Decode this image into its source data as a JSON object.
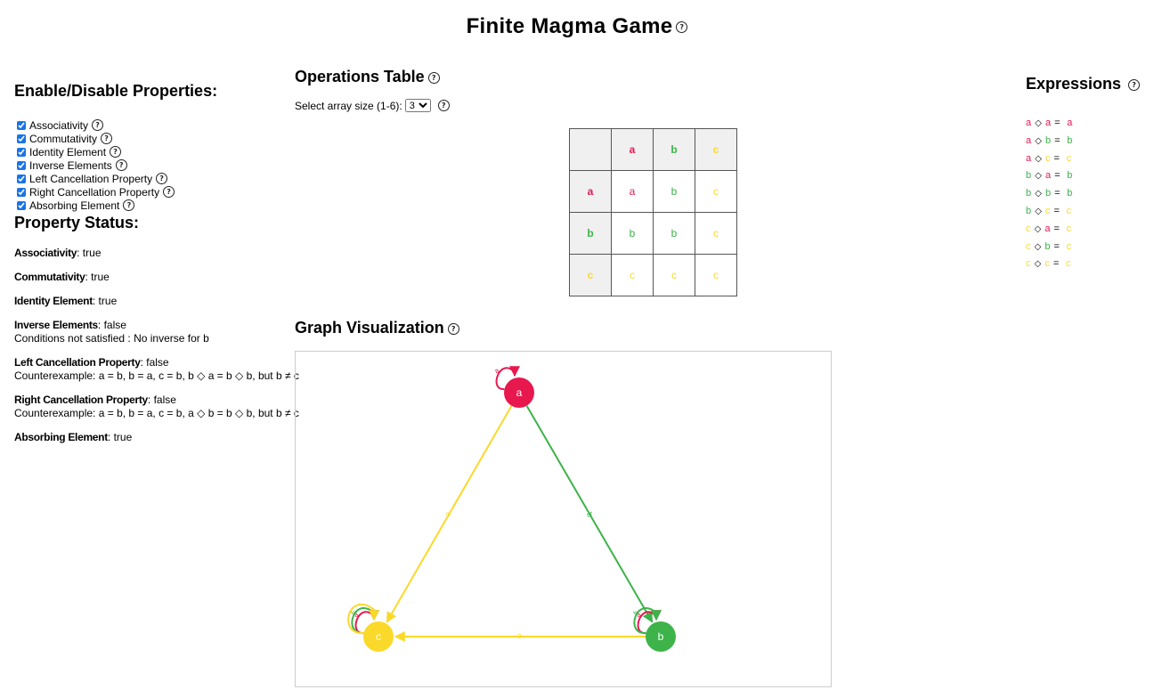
{
  "title": "Finite Magma Game",
  "help_glyph": "?",
  "colors": {
    "a": "#e8184f",
    "b": "#3db34a",
    "c": "#fbd92a"
  },
  "properties": {
    "heading": "Enable/Disable Properties:",
    "items": [
      {
        "label": "Associativity",
        "checked": true
      },
      {
        "label": "Commutativity",
        "checked": true
      },
      {
        "label": "Identity Element",
        "checked": true
      },
      {
        "label": "Inverse Elements",
        "checked": true
      },
      {
        "label": "Left Cancellation Property",
        "checked": true
      },
      {
        "label": "Right Cancellation Property",
        "checked": true
      },
      {
        "label": "Absorbing Element",
        "checked": true
      }
    ]
  },
  "status": {
    "heading": "Property Status:",
    "items": [
      {
        "name": "Associativity",
        "value": ": true",
        "detail": ""
      },
      {
        "name": "Commutativity",
        "value": ": true",
        "detail": ""
      },
      {
        "name": "Identity Element",
        "value": ": true",
        "detail": ""
      },
      {
        "name": "Inverse Elements",
        "value": ": false",
        "detail": "Conditions not satisfied : No inverse for b"
      },
      {
        "name": "Left Cancellation Property",
        "value": ": false",
        "detail": "Counterexample: a = b, b = a, c = b, b ◇ a = b ◇ b, but b ≠ c"
      },
      {
        "name": "Right Cancellation Property",
        "value": ": false",
        "detail": "Counterexample: a = b, b = a, c = b, a ◇ b = b ◇ b, but b ≠ c"
      },
      {
        "name": "Absorbing Element",
        "value": ": true",
        "detail": ""
      }
    ]
  },
  "operations": {
    "heading": "Operations Table",
    "size_label": "Select array size (1-6):",
    "size_value": "3",
    "elements": [
      "a",
      "b",
      "c"
    ],
    "table": [
      [
        "a",
        "b",
        "c"
      ],
      [
        "b",
        "b",
        "c"
      ],
      [
        "c",
        "c",
        "c"
      ]
    ]
  },
  "graph": {
    "heading": "Graph Visualization",
    "nodes": [
      "a",
      "b",
      "c"
    ]
  },
  "expressions": {
    "heading": "Expressions",
    "op_symbol": "◇",
    "eq_symbol": "=",
    "rows": [
      {
        "x": "a",
        "y": "a",
        "r": "a"
      },
      {
        "x": "a",
        "y": "b",
        "r": "b"
      },
      {
        "x": "a",
        "y": "c",
        "r": "c"
      },
      {
        "x": "b",
        "y": "a",
        "r": "b"
      },
      {
        "x": "b",
        "y": "b",
        "r": "b"
      },
      {
        "x": "b",
        "y": "c",
        "r": "c"
      },
      {
        "x": "c",
        "y": "a",
        "r": "c"
      },
      {
        "x": "c",
        "y": "b",
        "r": "c"
      },
      {
        "x": "c",
        "y": "c",
        "r": "c"
      }
    ]
  }
}
